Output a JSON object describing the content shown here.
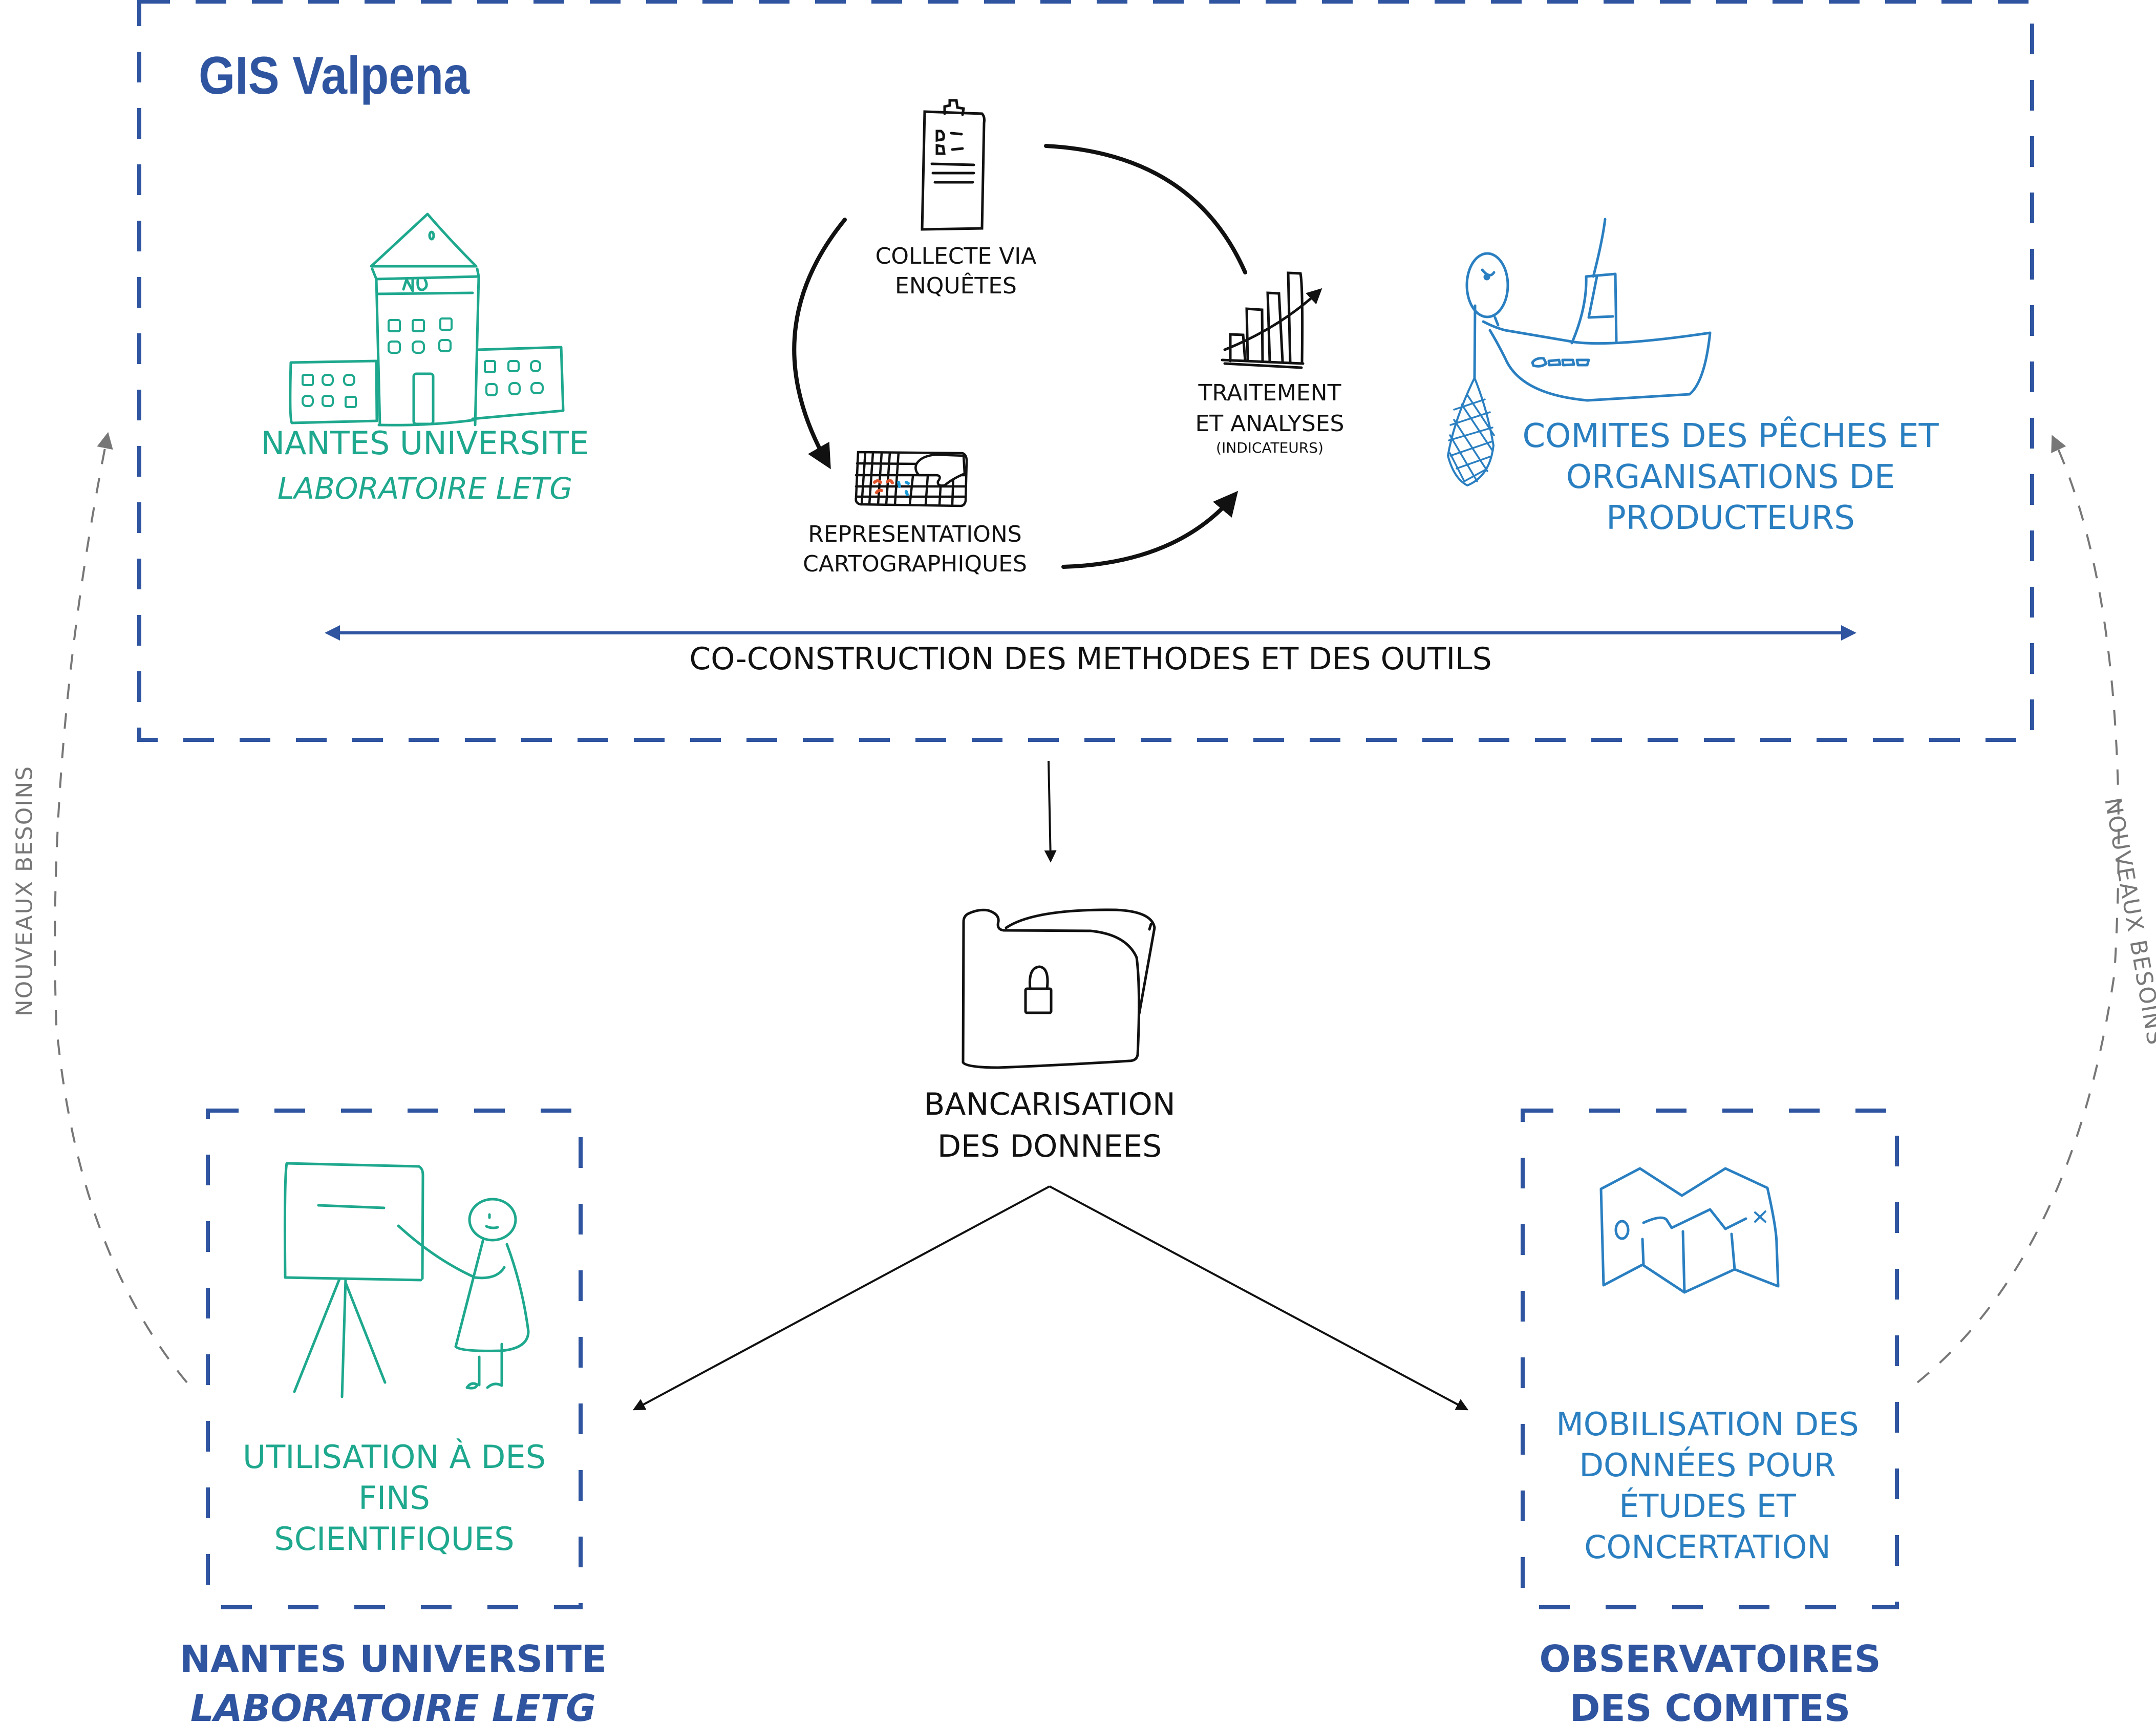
{
  "title": "GIS Valpena",
  "colors": {
    "frame_blue": "#2f54a0",
    "teal": "#1ea88e",
    "sky_blue": "#2a7fc1",
    "ink": "#111111",
    "feedback_grey": "#777777",
    "map_red": "#e0522a",
    "map_blue": "#1a9ad6"
  },
  "gis_box": {
    "partner_left": {
      "icon": "university-building-icon",
      "name": "NANTES UNIVERSITE",
      "lab": "LABORATOIRE LETG",
      "building_sign": "NU"
    },
    "partner_right": {
      "icon": "fishing-boat-net-icon",
      "lines": [
        "COMITES DES PÊCHES ET",
        "ORGANISATIONS DE",
        "PRODUCTEURS"
      ]
    },
    "cycle": [
      {
        "icon": "clipboard-survey-icon",
        "lines": [
          "COLLECTE VIA",
          "ENQUÊTES"
        ]
      },
      {
        "icon": "bar-chart-trend-icon",
        "lines": [
          "TRAITEMENT",
          "ET ANALYSES"
        ],
        "note": "(INDICATEURS)"
      },
      {
        "icon": "grid-map-icon",
        "lines": [
          "REPRESENTATIONS",
          "CARTOGRAPHIQUES"
        ]
      }
    ],
    "co_construction": "CO-CONSTRUCTION DES METHODES ET DES OUTILS"
  },
  "storage": {
    "icon": "locked-folder-icon",
    "lines": [
      "BANCARISATION",
      "DES DONNEES"
    ]
  },
  "outputs": [
    {
      "icon": "presenter-board-icon",
      "lines": [
        "UTILISATION À DES",
        "FINS",
        "SCIENTIFIQUES"
      ],
      "owner": "NANTES UNIVERSITE",
      "owner_sub": "LABORATOIRE LETG"
    },
    {
      "icon": "folded-map-icon",
      "lines": [
        "MOBILISATION DES",
        "DONNÉES POUR",
        "ÉTUDES ET",
        "CONCERTATION"
      ],
      "owner": "OBSERVATOIRES",
      "owner_sub": "DES COMITES"
    }
  ],
  "feedback": {
    "left_label": "NOUVEAUX BESOINS",
    "right_label": "NOUVEAUX BESOINS"
  }
}
